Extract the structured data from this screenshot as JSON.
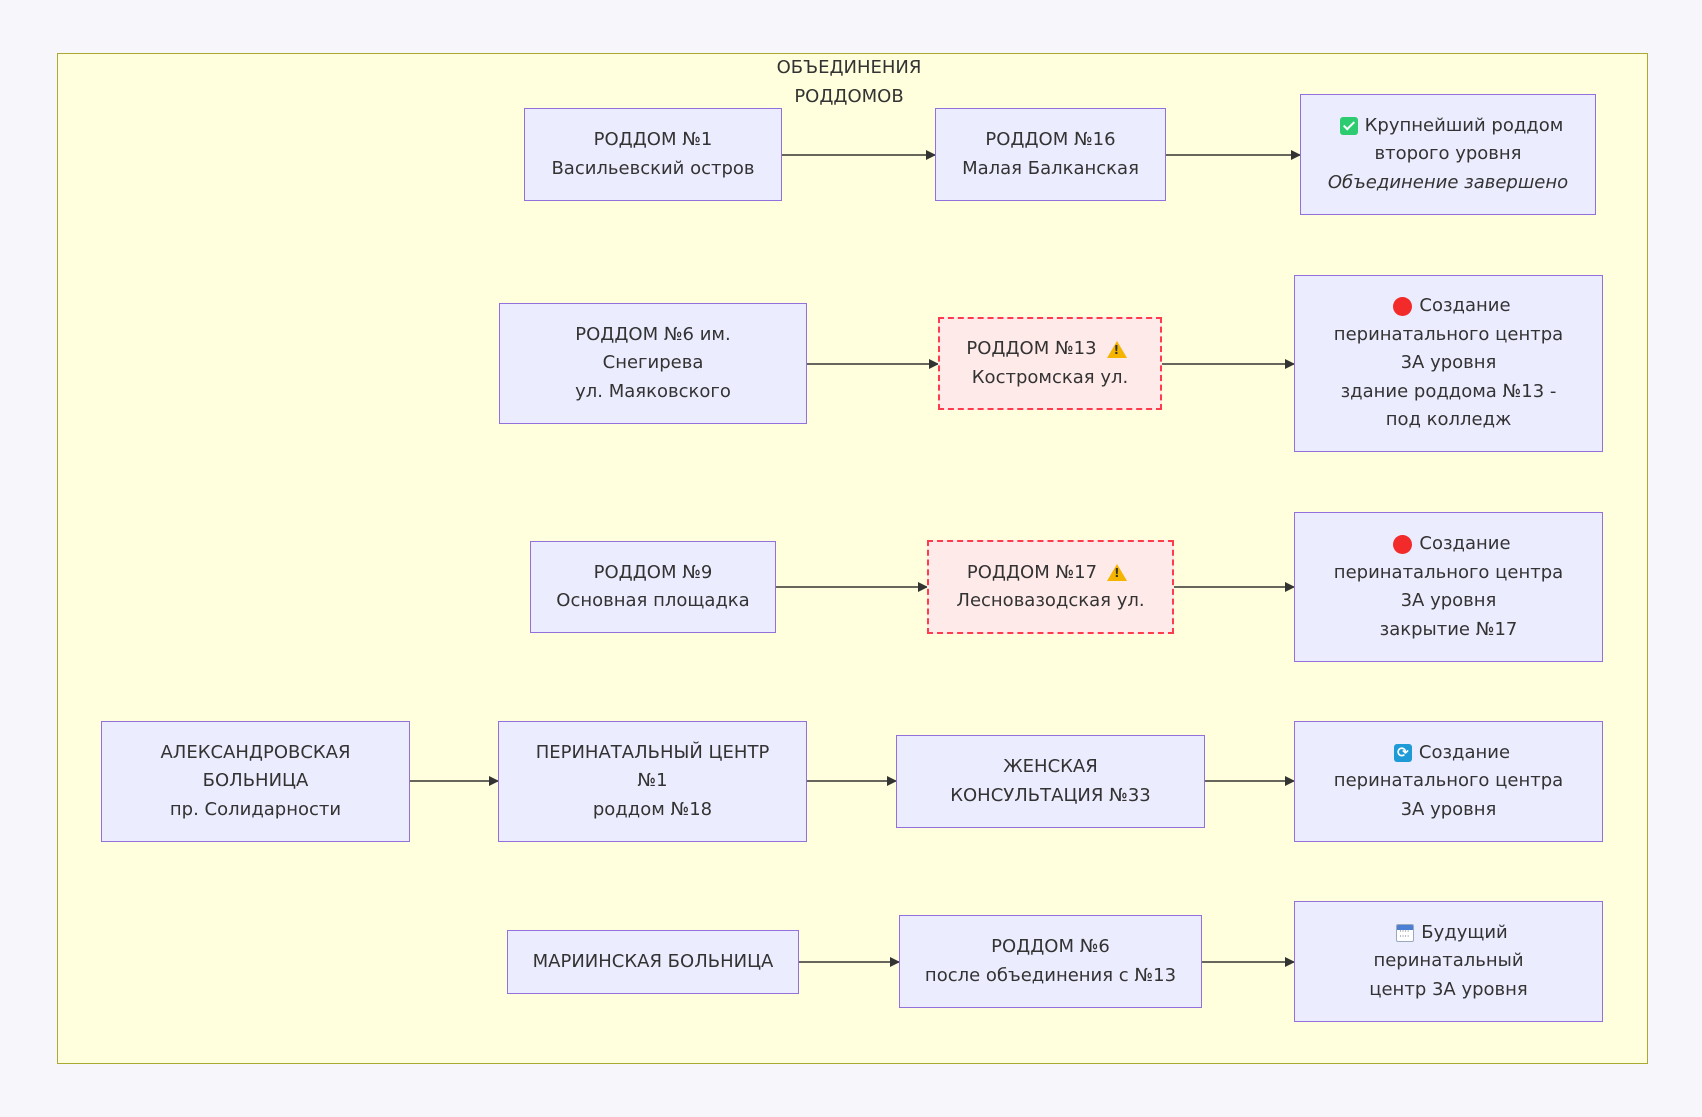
{
  "cluster": {
    "title": [
      "ОБЪЕДИНЕНИЯ",
      "РОДДОМОВ"
    ]
  },
  "colors": {
    "node_fill": "#ececff",
    "node_border": "#9370db",
    "warn_fill": "#ffeaea",
    "warn_border": "#ff3b4e",
    "cluster_fill": "#ffffdd",
    "cluster_border": "#aaaa33",
    "edge": "#333333"
  },
  "nodes": {
    "r1": {
      "lines": [
        "РОДДОМ №1",
        "Васильевский остров"
      ]
    },
    "r16": {
      "lines": [
        "РОДДОМ №16",
        "Малая Балканская"
      ]
    },
    "res1": {
      "icon": "check-icon",
      "lines": [
        "Крупнейший роддом",
        "второго уровня",
        "Объединение завершено"
      ]
    },
    "r6": {
      "lines": [
        "РОДДОМ №6 им.",
        "Снегирева",
        "ул. Маяковского"
      ]
    },
    "r13": {
      "icon": "warning-icon",
      "lines": [
        "РОДДОМ №13",
        "Костромская ул."
      ]
    },
    "res2": {
      "icon": "red-circle-icon",
      "lines": [
        "Создание",
        "перинатального центра",
        "3А уровня",
        "здание роддома №13 -",
        "под колледж"
      ]
    },
    "r9": {
      "lines": [
        "РОДДОМ №9",
        "Основная площадка"
      ]
    },
    "r17": {
      "icon": "warning-icon",
      "lines": [
        "РОДДОМ №17",
        "Лесновазодская ул."
      ]
    },
    "res3": {
      "icon": "red-circle-icon",
      "lines": [
        "Создание",
        "перинатального центра",
        "3А уровня",
        "закрытие №17"
      ]
    },
    "alex": {
      "lines": [
        "АЛЕКСАНДРОВСКАЯ",
        "БОЛЬНИЦА",
        "пр. Солидарности"
      ]
    },
    "pc1": {
      "lines": [
        "ПЕРИНАТАЛЬНЫЙ ЦЕНТР",
        "№1",
        "роддом №18"
      ]
    },
    "zk33": {
      "lines": [
        "ЖЕНСКАЯ",
        "КОНСУЛЬТАЦИЯ №33"
      ]
    },
    "res4": {
      "icon": "refresh-icon",
      "lines": [
        "Создание",
        "перинатального центра",
        "3А уровня"
      ]
    },
    "mar": {
      "lines": [
        "МАРИИНСКАЯ БОЛЬНИЦА"
      ]
    },
    "r6b": {
      "lines": [
        "РОДДОМ №6",
        "после объединения с №13"
      ]
    },
    "res5": {
      "icon": "calendar-icon",
      "lines": [
        "Будущий",
        "перинатальный",
        "центр 3А уровня"
      ]
    }
  }
}
